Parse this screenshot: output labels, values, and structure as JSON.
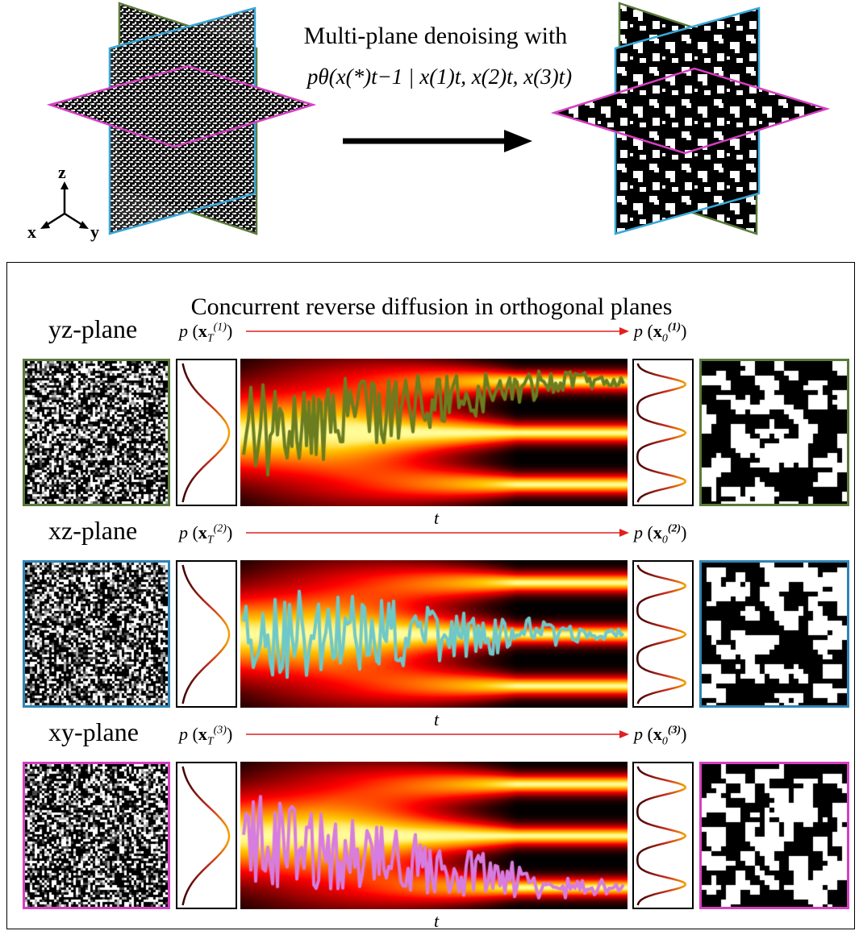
{
  "header": {
    "caption_line1": "Multi-plane denoising with",
    "formula": "pθ(x(*)t−1 | x(1)t, x(2)t, x(3)t)",
    "axes": {
      "z": "z",
      "x": "x",
      "y": "y"
    }
  },
  "panel": {
    "title": "Concurrent reverse diffusion in orthogonal planes",
    "rows": [
      {
        "plane": "yz-plane",
        "index": "1",
        "color": "#5a7a3a",
        "line_color": "#6b7d1f"
      },
      {
        "plane": "xz-plane",
        "index": "2",
        "color": "#2f84b5",
        "line_color": "#6fc8c8"
      },
      {
        "plane": "xy-plane",
        "index": "3",
        "color": "#d63fc2",
        "line_color": "#d77ce0"
      }
    ],
    "t_label": "t"
  },
  "colors": {
    "arrow_red": "#e02020",
    "plane_magenta": "#d63fc2",
    "plane_blue": "#3aa7d8",
    "plane_green": "#5a7a3a"
  }
}
